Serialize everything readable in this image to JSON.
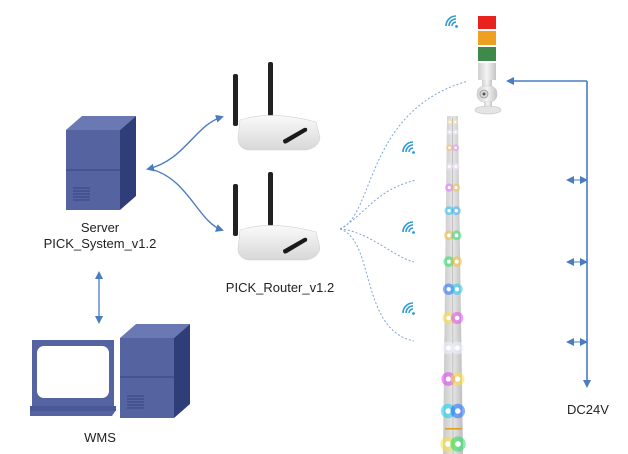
{
  "diagram": {
    "server": {
      "line1": "Server",
      "line2": "PICK_System_v1.2"
    },
    "wms": {
      "label": "WMS"
    },
    "router": {
      "label": "PICK_Router_v1.2"
    },
    "power": {
      "label": "DC24V"
    },
    "colors": {
      "server_front": "#5563a0",
      "server_top": "#6a78b3",
      "server_side": "#2f3d78",
      "arrow": "#4a7cc2",
      "dashed": "#7ea6d8",
      "wifi": "#2a9ad8",
      "tower_red": "#e8221c",
      "tower_amber": "#f0a020",
      "tower_green": "#3f8a4a"
    },
    "led_pairs": [
      [
        "#ffe9a0",
        "#ffe9a0"
      ],
      [
        "#e8eaff",
        "#e8eaff"
      ],
      [
        "#f8c070",
        "#e890ff"
      ],
      [
        "#f4e0ff",
        "#f4e0ff"
      ],
      [
        "#e870ff",
        "#f8c050"
      ],
      [
        "#20c8f0",
        "#40b0ff"
      ],
      [
        "#f8c040",
        "#30e070"
      ],
      [
        "#20e060",
        "#f8c040"
      ],
      [
        "#2070ff",
        "#20c8f0"
      ],
      [
        "#f8e040",
        "#e050f0"
      ],
      [
        "#f0f0ff",
        "#f0f0ff"
      ],
      [
        "#e040f0",
        "#f8e040"
      ],
      [
        "#10d0f0",
        "#2070ff"
      ],
      [
        "#f8e040",
        "#20e060"
      ]
    ]
  }
}
